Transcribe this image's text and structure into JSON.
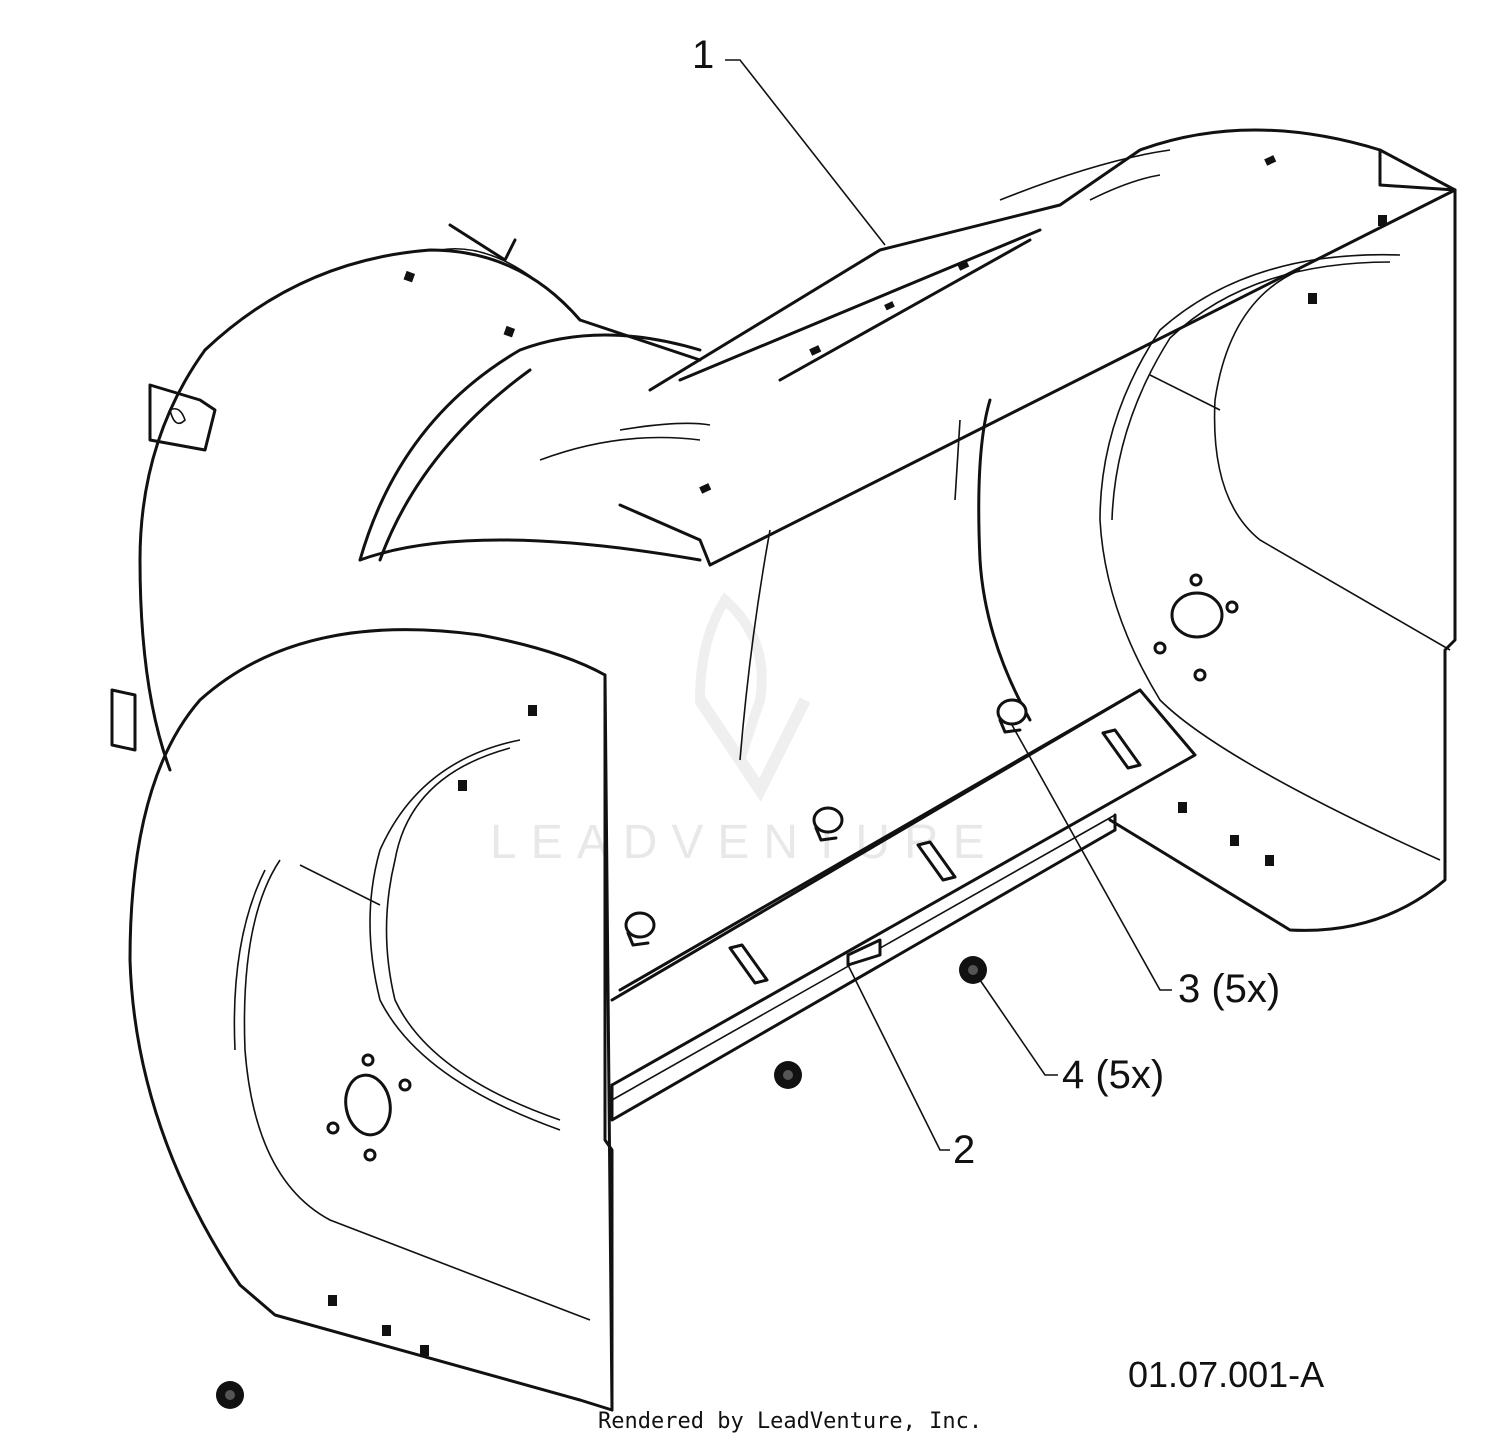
{
  "diagram": {
    "callouts": [
      {
        "id": "1",
        "text": "1"
      },
      {
        "id": "2",
        "text": "2"
      },
      {
        "id": "3",
        "text": "3 (5x)"
      },
      {
        "id": "4",
        "text": "4 (5x)"
      }
    ],
    "figure_code": "01.07.001-A",
    "credit": "Rendered by LeadVenture, Inc.",
    "watermark": "LEADVENTURE"
  }
}
